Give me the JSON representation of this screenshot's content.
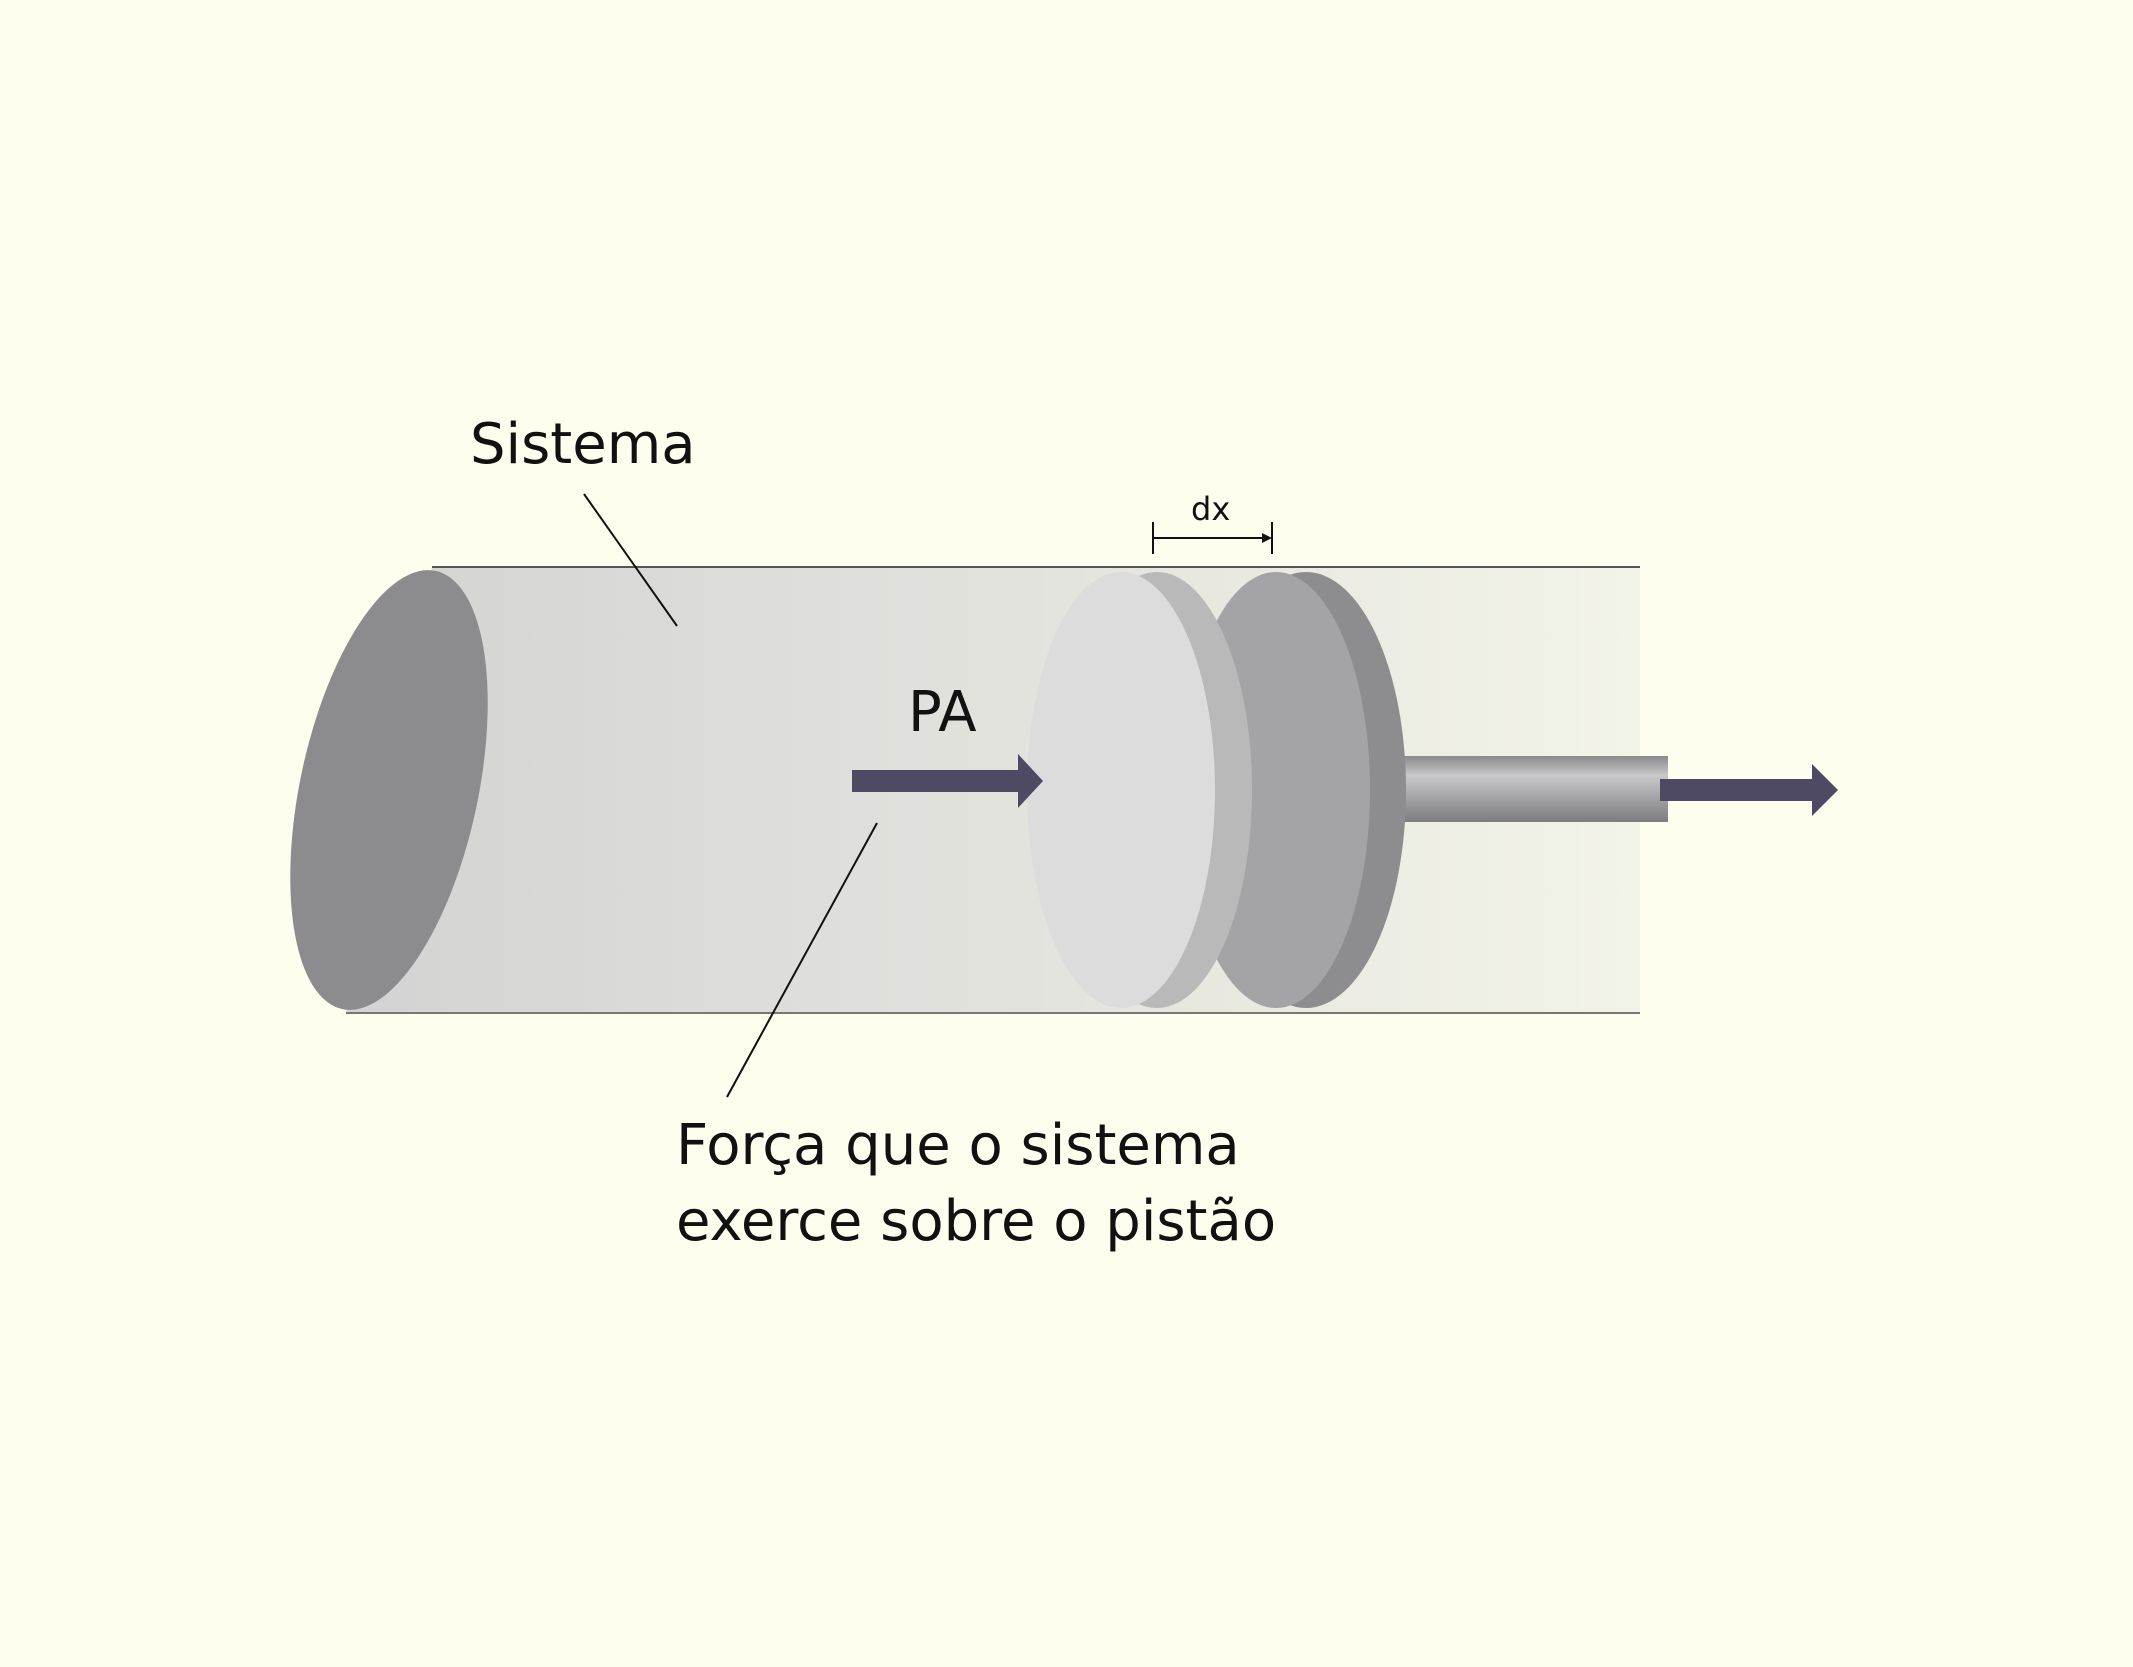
{
  "labels": {
    "system": "Sistema",
    "pressure_area": "PA",
    "displacement": "dx",
    "force_line_1": "Força que o sistema",
    "force_line_2": "exerce sobre o pistão"
  },
  "colors": {
    "background": "#fdfeee",
    "cylinder_end_cap": "#8c8c8f",
    "piston_light_face": "#dcdcdd",
    "piston_light_rim": "#b9b9ba",
    "piston_dark_face": "#a4a4a6",
    "piston_dark_rim": "#8d8d8f",
    "arrow": "#4e4a63",
    "leader_line": "#111111"
  }
}
